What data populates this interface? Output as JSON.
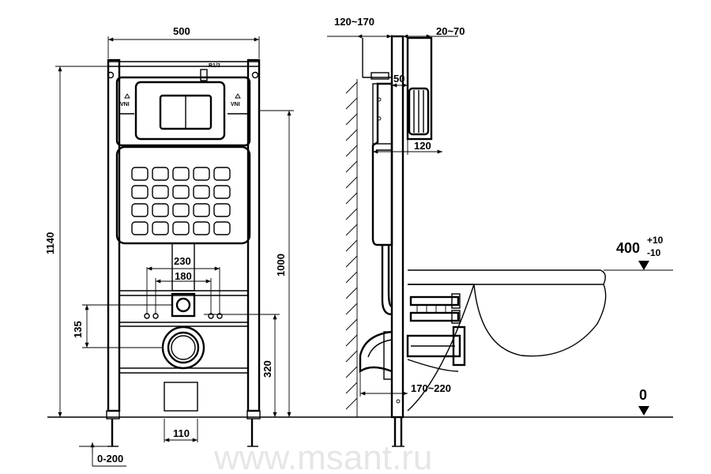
{
  "labels": {
    "width_500": "500",
    "height_1140": "1140",
    "height_1000": "1000",
    "spacing_230": "230",
    "spacing_180": "180",
    "height_135": "135",
    "height_320": "320",
    "width_110": "110",
    "adjust_0_200": "0-200",
    "wall_120_170": "120~170",
    "depth_20_70": "20~70",
    "gap_50": "50",
    "plate_120": "120",
    "projection_170_220": "170~220",
    "seat_400": "400",
    "tol_plus": "+10",
    "tol_minus": "-10",
    "floor_0": "0",
    "pipe_r12": "R1/2",
    "mark_left": "VNI",
    "mark_right": "VNI"
  },
  "watermark": "www.msant.ru"
}
